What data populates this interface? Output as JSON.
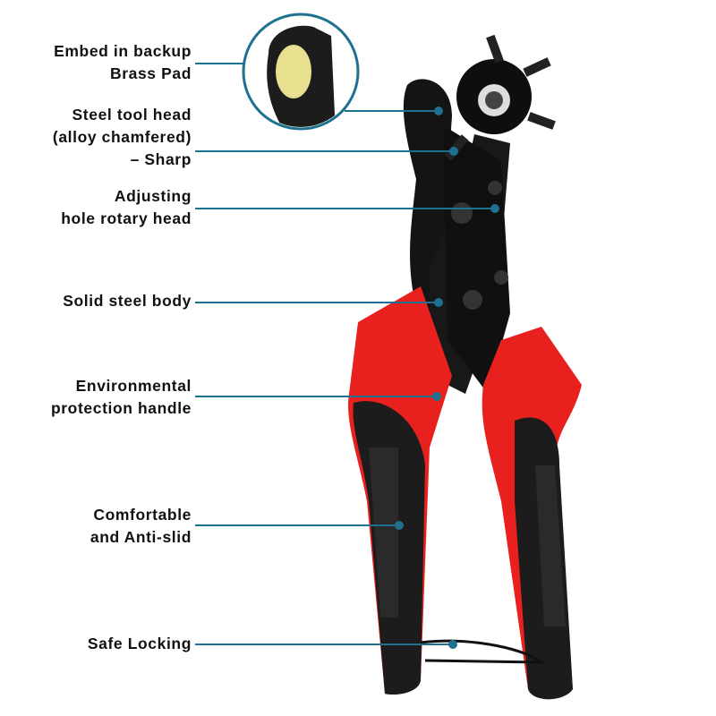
{
  "colors": {
    "line": "#1f6f8f",
    "handle_red": "#e8201e",
    "handle_black": "#1c1c1c",
    "brass": "#e6e08f"
  },
  "labels": [
    {
      "lines": [
        "Embed in backup",
        "Brass Pad"
      ]
    },
    {
      "lines": [
        "Steel tool head",
        "(alloy chamfered)",
        "– Sharp"
      ]
    },
    {
      "lines": [
        "Adjusting",
        "hole rotary head"
      ]
    },
    {
      "lines": [
        "Solid steel body"
      ]
    },
    {
      "lines": [
        "Environmental",
        "protection handle"
      ]
    },
    {
      "lines": [
        "Comfortable",
        "and Anti-slid"
      ]
    },
    {
      "lines": [
        "Safe Locking"
      ]
    }
  ]
}
